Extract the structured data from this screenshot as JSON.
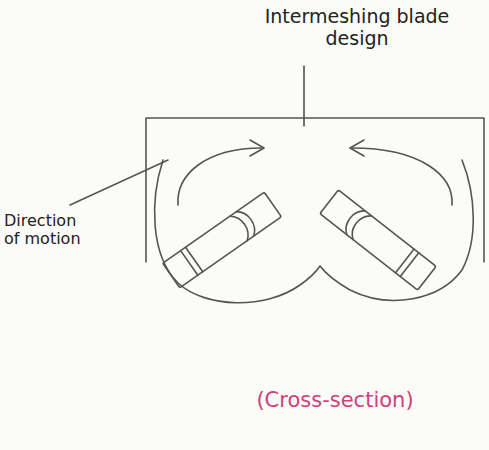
{
  "diagram": {
    "caption": "(Cross-section)",
    "labels": [
      "Intermeshing blade design",
      "Direction of motion"
    ]
  }
}
